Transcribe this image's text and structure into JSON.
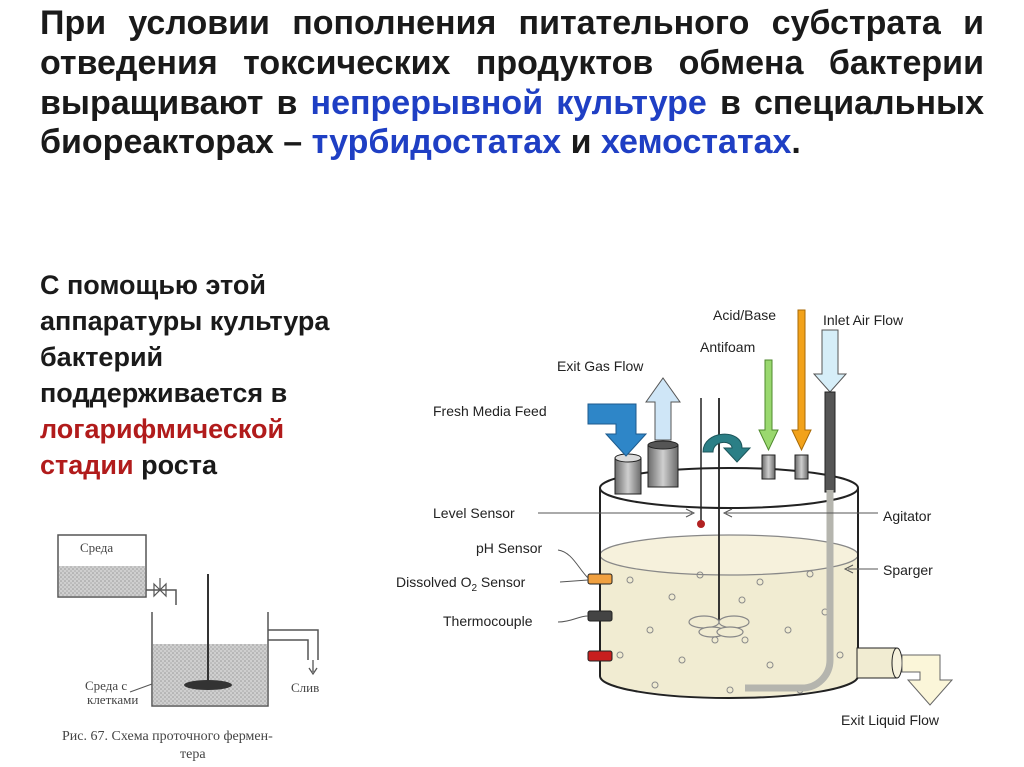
{
  "main_text": {
    "part1": "При условии пополнения питательного субстрата и отведения токсических продуктов обмена бактерии выращивают в ",
    "hl1": "непрерывной культуре",
    "part2": " в специальных биореакторах – ",
    "hl2": "турбидостатах",
    "part3": " и ",
    "hl3": "хемостатах",
    "part4": "."
  },
  "side_text": {
    "part1": "С помощью этой аппаратуры культура бактерий поддерживается в ",
    "red": "логарифмической стадии",
    "part2": " роста"
  },
  "fermenter_figure": {
    "medium_label": "Среда",
    "drain_label": "Слив",
    "cells_label_1": "Среда с",
    "cells_label_2": "клетками",
    "caption_1": "Рис. 67. Схема проточного фермен-",
    "caption_2": "тера"
  },
  "bioreactor": {
    "acid_base": "Acid/Base",
    "inlet_air": "Inlet Air Flow",
    "exit_gas": "Exit Gas Flow",
    "antifoam": "Antifoam",
    "fresh_media": "Fresh Media Feed",
    "level_sensor": "Level Sensor",
    "agitator": "Agitator",
    "ph_sensor": "pH Sensor",
    "dissolved_o2_a": "Dissolved O",
    "dissolved_o2_sub": "2",
    "dissolved_o2_b": " Sensor",
    "sparger": "Sparger",
    "thermocouple": "Thermocouple",
    "exit_liquid": "Exit Liquid Flow"
  },
  "colors": {
    "highlight_blue": "#1f3fc4",
    "highlight_red": "#b11b1b",
    "medium_fill": "#f1ecd2",
    "feed_arrow": "#2e86c8",
    "acid_arrow": "#f2a21a",
    "antifoam_arrow": "#9ad86f",
    "agitator_icon": "#2b7f86"
  }
}
